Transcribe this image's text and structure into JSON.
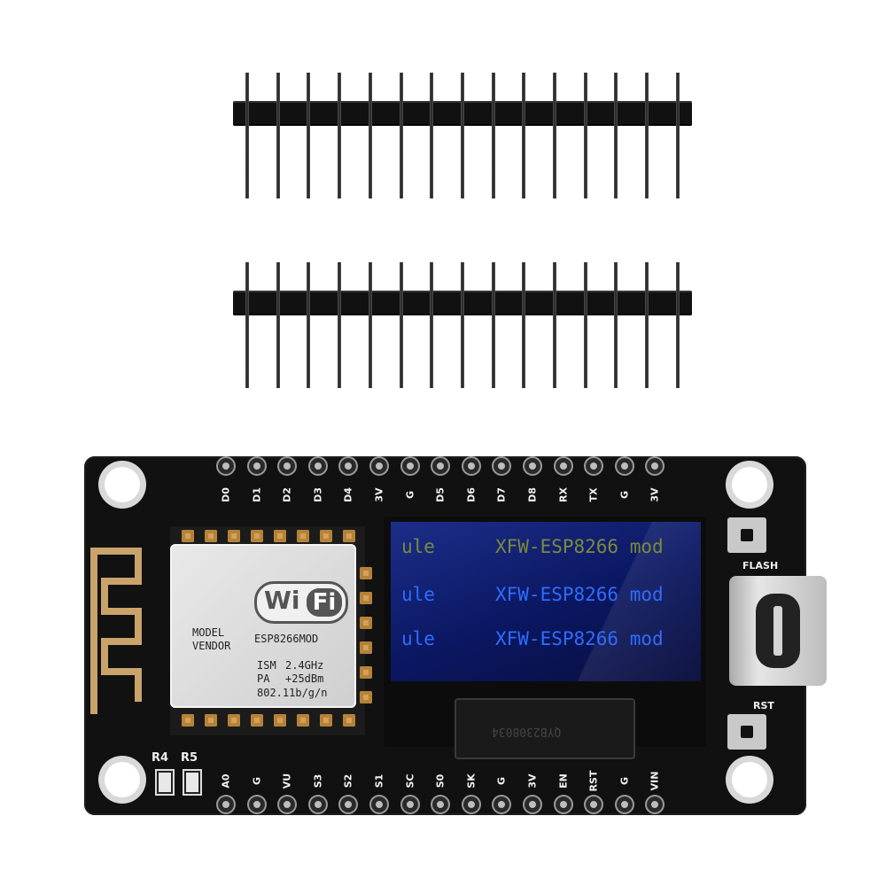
{
  "board": {
    "top_pins": [
      "D0",
      "D1",
      "D2",
      "D3",
      "D4",
      "3V",
      "G",
      "D5",
      "D6",
      "D7",
      "D8",
      "RX",
      "TX",
      "G",
      "3V"
    ],
    "bottom_pins": [
      "A0",
      "G",
      "VU",
      "S3",
      "S2",
      "S1",
      "SC",
      "S0",
      "SK",
      "G",
      "3V",
      "EN",
      "RST",
      "G",
      "VIN"
    ],
    "buttons": {
      "flash": "FLASH",
      "reset": "RST"
    },
    "resistors": {
      "r4": "R4",
      "r5": "R5"
    }
  },
  "module": {
    "logo_wi": "Wi",
    "logo_fi": "Fi",
    "model": "MODEL",
    "vendor": "VENDOR",
    "part": "ESP8266MOD",
    "ism": "ISM",
    "freq": "2.4GHz",
    "pa": "PA",
    "power": "+25dBm",
    "std": "802.11b/g/n"
  },
  "oled": {
    "lines": [
      {
        "left": "ule",
        "right": "XFW-ESP8266 mod"
      },
      {
        "left": "ule",
        "right": "XFW-ESP8266 mod"
      },
      {
        "left": "ule",
        "right": "XFW-ESP8266 mod"
      }
    ],
    "flex_code": "QYB2308034"
  },
  "colors": {
    "pcb": "#111111",
    "oled_text": "#2f6cff",
    "header": "#111111"
  }
}
